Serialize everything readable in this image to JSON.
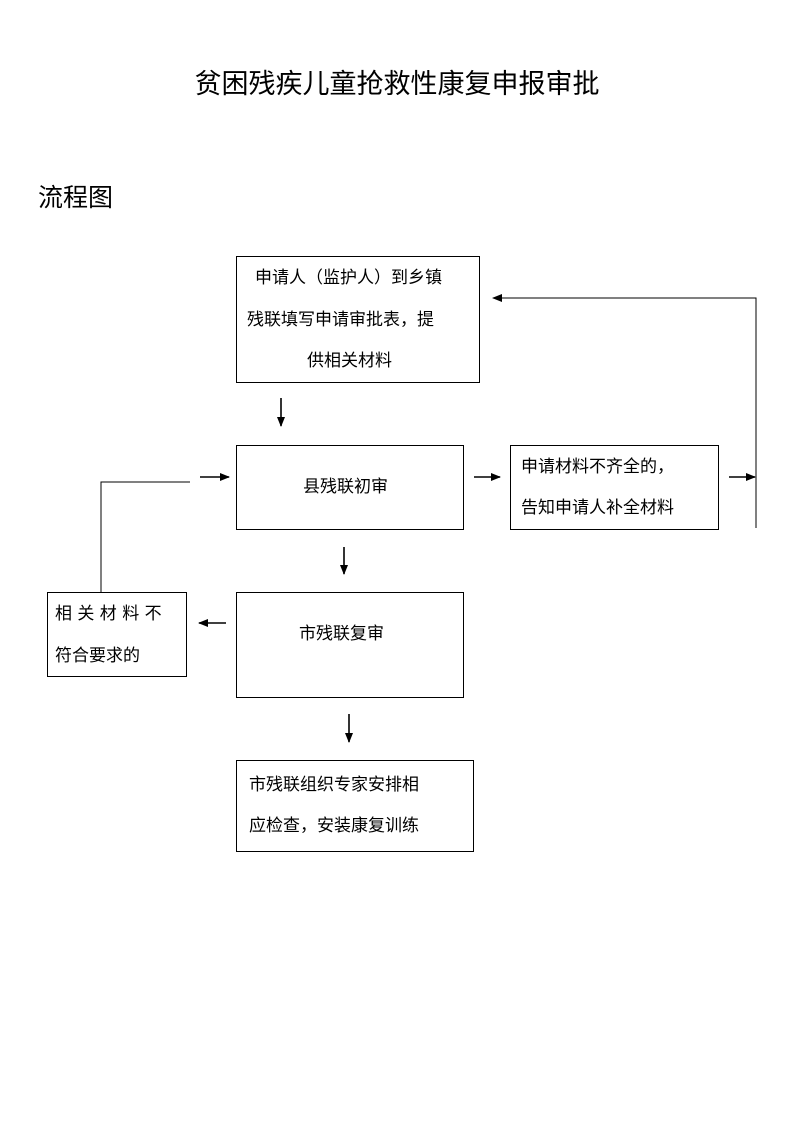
{
  "title": "贫困残疾儿童抢救性康复申报审批",
  "subtitle": "流程图",
  "nodes": {
    "apply": {
      "lines": [
        "申请人（监护人）到乡镇",
        "残联填写申请审批表，提",
        "供相关材料"
      ]
    },
    "county": {
      "lines": [
        "县残联初审"
      ]
    },
    "incomplete": {
      "lines": [
        "申请材料不齐全的，",
        "告知申请人补全材料"
      ]
    },
    "city": {
      "lines": [
        "市残联复审"
      ]
    },
    "rejected": {
      "lines": [
        "相 关 材 料 不",
        "符合要求的"
      ]
    },
    "arrange": {
      "lines": [
        "市残联组织专家安排相",
        "应检查，安装康复训练"
      ]
    }
  }
}
